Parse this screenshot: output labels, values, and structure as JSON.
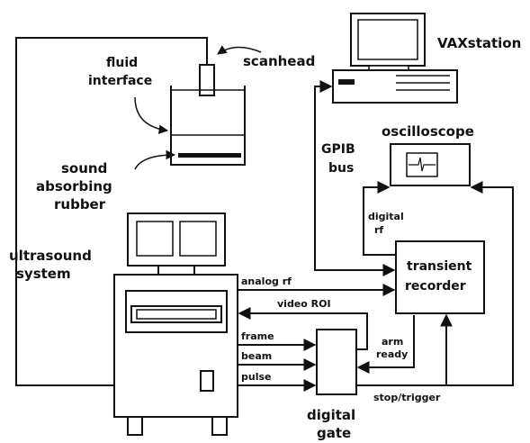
{
  "labels": {
    "scanhead": "scanhead",
    "fluid_line1": "fluid",
    "fluid_line2": "interface",
    "sound_line1": "sound",
    "sound_line2": "absorbing",
    "sound_line3": "rubber",
    "ultrasound_line1": "ultrasound",
    "ultrasound_line2": "system",
    "vaxstation": "VAXstation",
    "gpib_line1": "GPIB",
    "gpib_line2": "bus",
    "oscilloscope": "oscilloscope",
    "digital_rf_line1": "digital",
    "digital_rf_line2": "rf",
    "transient_line1": "transient",
    "transient_line2": "recorder",
    "analog_rf": "analog rf",
    "video_roi": "video ROI",
    "frame": "frame",
    "beam": "beam",
    "pulse": "pulse",
    "arm_line1": "arm",
    "arm_line2": "ready",
    "stop_trigger": "stop/trigger",
    "digital_gate_line1": "digital",
    "digital_gate_line2": "gate"
  }
}
